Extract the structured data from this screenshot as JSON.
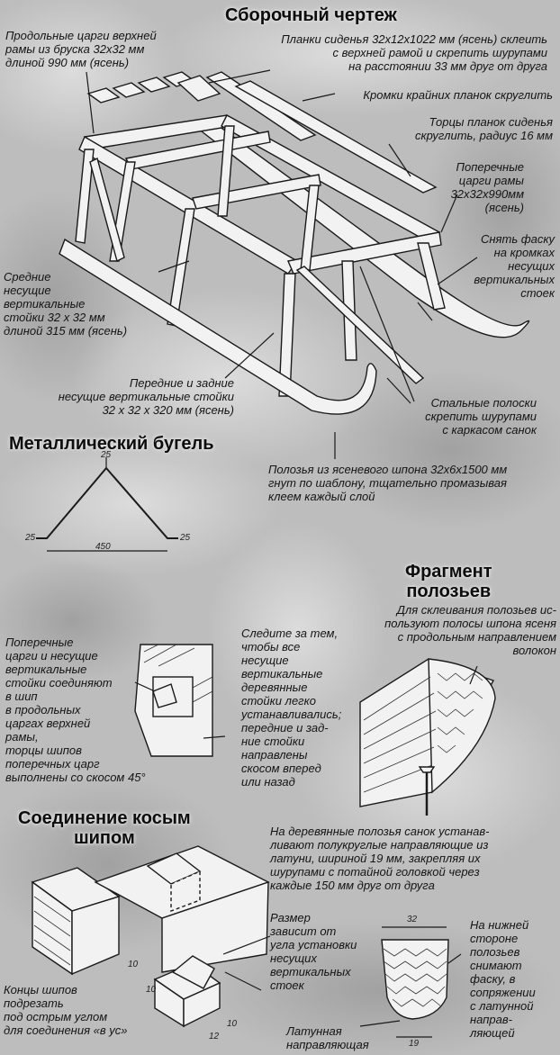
{
  "headings": {
    "assembly": "Сборочный чертеж",
    "bracket": "Металлический бугель",
    "fragment": "Фрагмент\nполозьев",
    "joint": "Соединение косым\nшипом"
  },
  "labels": {
    "long_rails": "Продольные царги верхней\nрамы из бруска 32x32 мм\nдлиной 990 мм (ясень)",
    "seat_slats": "Планки сиденья 32x12x1022 мм (ясень) склеить\nс верхней рамой и скрепить шурупами\nна расстоянии 33 мм друг от друга",
    "edges_round": "Кромки крайних планок скруглить",
    "ends_round": "Торцы планок сиденья\nскруглить, радиус 16 мм",
    "cross_rails": "Поперечные\nцарги рамы\n32x32x990мм\n(ясень)",
    "chamfer": "Снять фаску\nна кромках\nнесущих\nвертикальных\nстоек",
    "middle_posts": "Средние\nнесущие\nвертикальные\nстойки 32 x 32 мм\nдлиной 315 мм (ясень)",
    "front_back_posts": "Передние и задние\nнесущие вертикальные стойки\n32 x 32 x 320 мм (ясень)",
    "steel_strips": "Стальные полоски\nскрепить шурупами\nс каркасом санок",
    "runners": "Полозья из ясеневого шпона 32x6x1500 мм\nгнут по шаблону, тщательно промазывая\nклеем каждый слой",
    "veneer": "Для склеивания полозьев ис-\nпользуют полосы шпона ясеня\nс продольным направлением\nволокон",
    "tenon_info": "Поперечные\nцарги и несущие\nвертикальные\nстойки соединяют\nв шип\nв продольных\nцаргах верхней\nрамы,\nторцы шипов\nпоперечных царг\nвыполнены со скосом 45°",
    "posts_note": "Следите за тем,\nчтобы все\nнесущие\nвертикальные\nдеревянные\nстойки легко\nустанавливались;\nпередние и зад-\nние стойки\nнаправлены\nскосом вперед\nили назад",
    "brass_guides": "На деревянные полозья санок устанав-\nливают полукруглые направляющие из\nлатуни, шириной 19 мм, закрепляя их\nшурупами с потайной головкой через\nкаждые 150 мм друг от друга",
    "size_depends": "Размер\nзависит от\nугла установки\nнесущих\nвертикальных\nстоек",
    "bottom_chamfer": "На нижней\nстороне\nполозьев\nснимают\nфаску, в\nсопряжении\nс латунной\nнаправ-\nляющей",
    "tenon_ends": "Концы шипов\nподрезать\nпод острым углом\nдля соединения «в ус»",
    "brass_guide": "Латунная\nнаправляющая"
  },
  "dimensions": {
    "bracket_top": "25",
    "bracket_left": "25",
    "bracket_right": "25",
    "bracket_width": "450",
    "joint_a": "10",
    "joint_b": "10",
    "joint_c": "12",
    "joint_d": "10",
    "section_top": "32",
    "section_bottom": "19"
  }
}
